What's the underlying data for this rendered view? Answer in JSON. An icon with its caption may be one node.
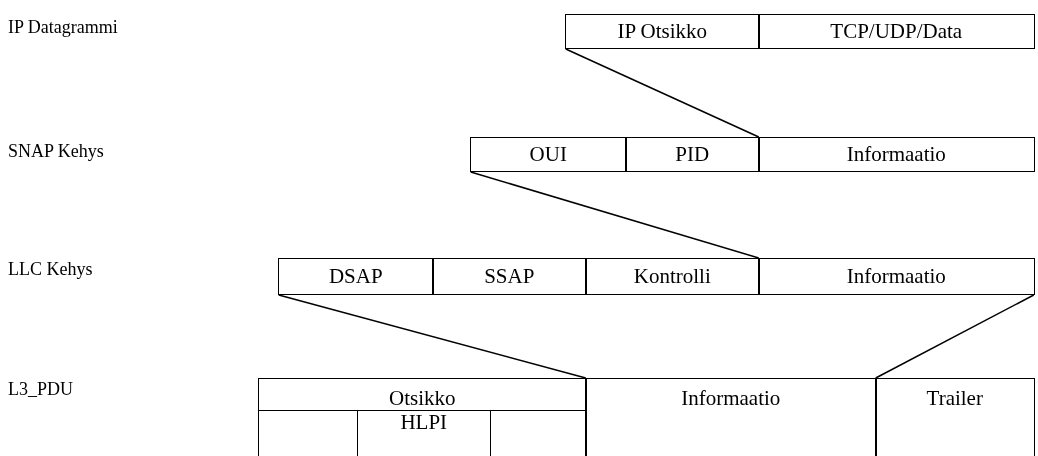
{
  "diagram": {
    "nodes": [
      {
        "text": [
          "IP Otsikko"
        ]
      },
      {
        "text": [
          "TCP/UDP/Data"
        ]
      },
      {
        "text": [
          "OUI"
        ]
      },
      {
        "text": [
          "PID"
        ]
      },
      {
        "text": [
          "Informaatio"
        ]
      },
      {
        "text": [
          "DSAP"
        ]
      },
      {
        "text": [
          "SSAP"
        ]
      },
      {
        "text": [
          "Kontrolli"
        ]
      },
      {
        "text": [
          "Informaatio"
        ]
      },
      {
        "text": [
          "Otsikko"
        ]
      },
      {
        "text": [],
        "shape": "box",
        "in": 9
      },
      {
        "text": [
          "HLPI"
        ],
        "in": 9
      },
      {
        "text": [],
        "shape": "box",
        "in": 9
      },
      {
        "text": [
          "Informaatio"
        ]
      },
      {
        "text": [
          "Trailer"
        ]
      }
    ],
    "edges": [
      {
        "from": 0,
        "to": 4,
        "arrow": "none"
      },
      {
        "from": 2,
        "to": 8,
        "arrow": "none"
      },
      {
        "from": 5,
        "to": 13,
        "arrow": "none"
      },
      {
        "from": 8,
        "to": 13,
        "arrow": "none"
      }
    ],
    "labels": [
      "IP Datagrammi",
      "SNAP Kehys",
      "LLC Kehys",
      "L3_PDU"
    ]
  }
}
